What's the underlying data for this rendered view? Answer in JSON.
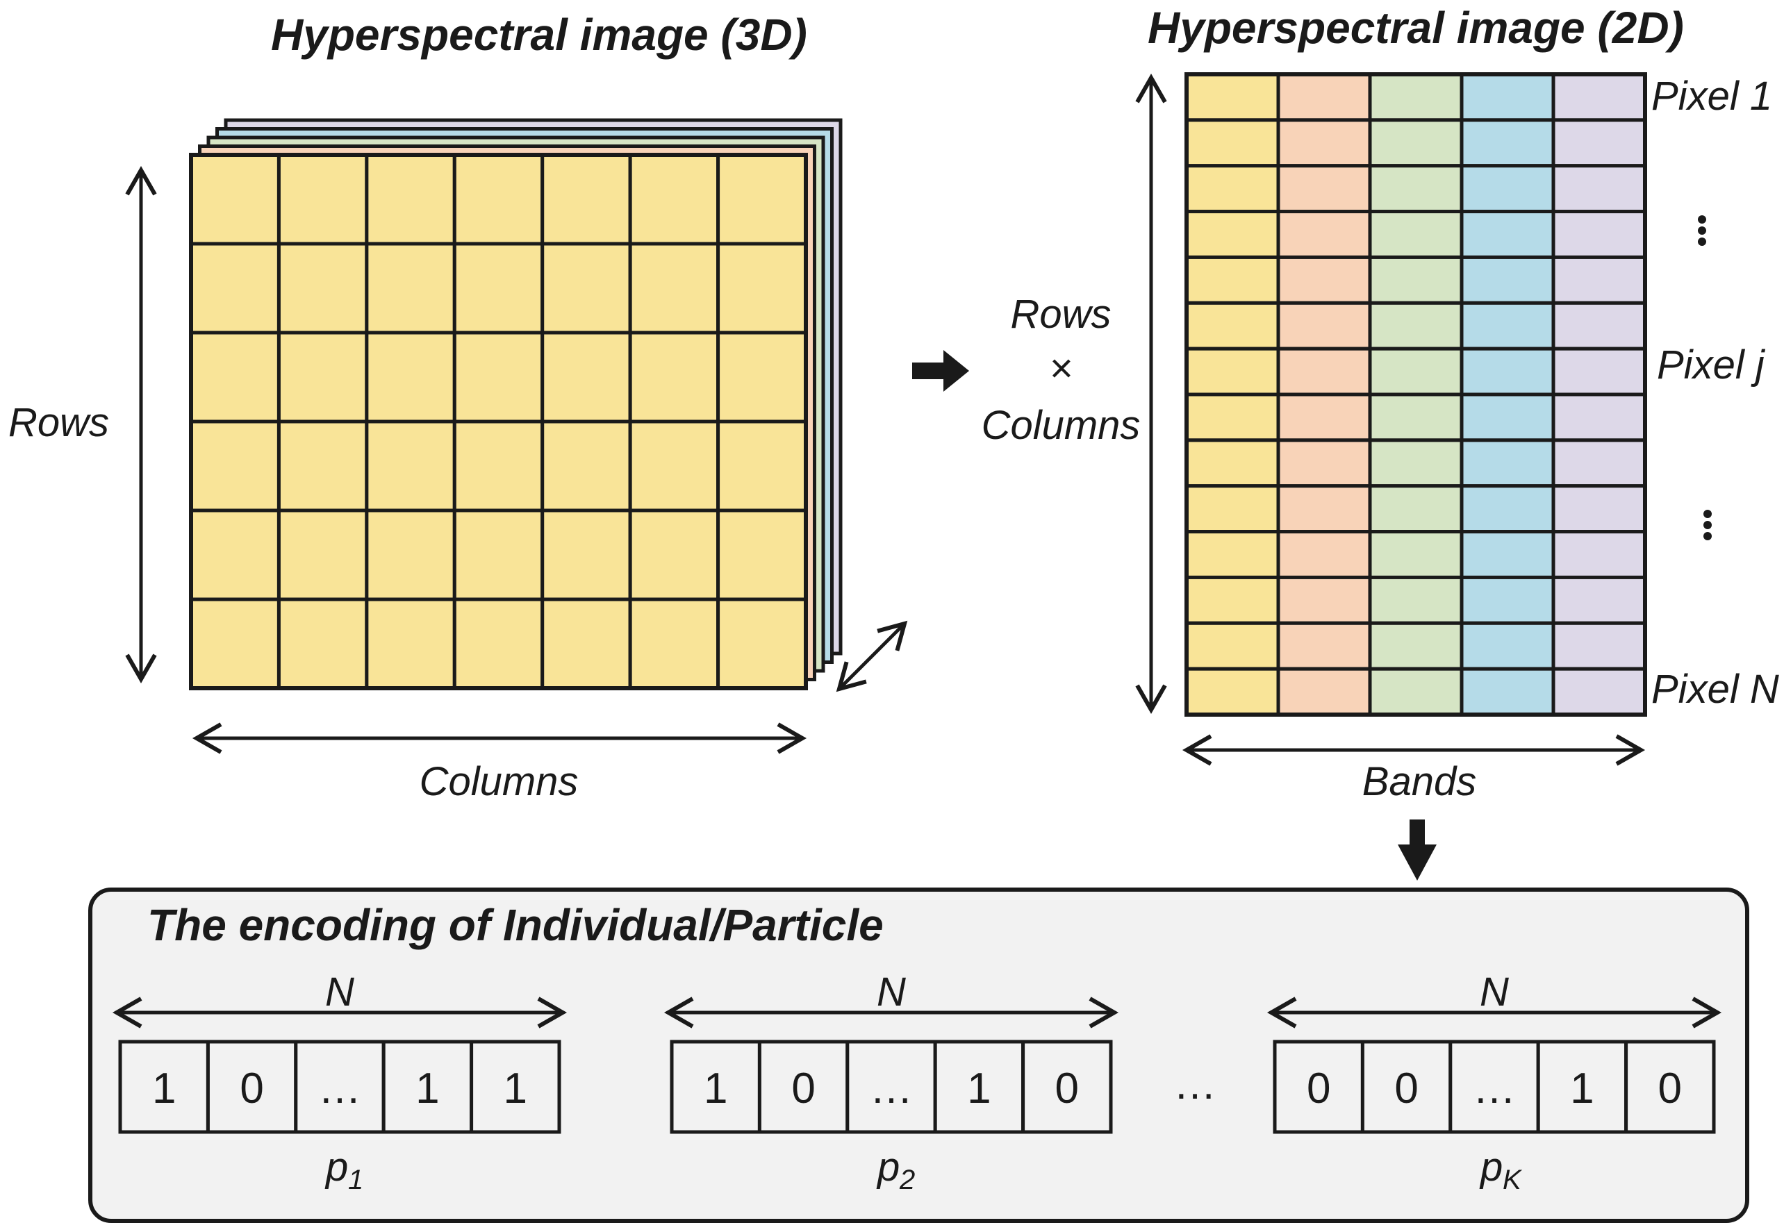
{
  "colors": {
    "yellow": "#f9e498",
    "peach": "#f8d3b8",
    "green": "#d6e5c5",
    "blue": "#b5dbe8",
    "lavender": "#ddd8e8",
    "outline": "#1a1a1a",
    "panel_bg": "#f2f2f2"
  },
  "image3d": {
    "title": "Hyperspectral image (3D)",
    "rows_label": "Rows",
    "columns_label": "Columns",
    "grid_rows": 6,
    "grid_cols": 7,
    "layer_colors": [
      "lavender",
      "blue",
      "green",
      "peach",
      "yellow"
    ]
  },
  "reshape": {
    "rows_label": "Rows",
    "times_symbol": "×",
    "columns_label": "Columns"
  },
  "image2d": {
    "title": "Hyperspectral image (2D)",
    "bands_label": "Bands",
    "pixel_rows": 14,
    "band_colors": [
      "yellow",
      "peach",
      "green",
      "blue",
      "lavender"
    ],
    "pixel_labels": {
      "first": "Pixel 1",
      "middle": "Pixel j",
      "last": "Pixel N"
    }
  },
  "encoding": {
    "title": "The encoding of Individual/Particle",
    "gap_ellipsis": "…",
    "particles": [
      {
        "length_label": "N",
        "bits": [
          "1",
          "0",
          "…",
          "1",
          "1"
        ],
        "name": "p",
        "subscript": "1"
      },
      {
        "length_label": "N",
        "bits": [
          "1",
          "0",
          "…",
          "1",
          "0"
        ],
        "name": "p",
        "subscript": "2"
      },
      {
        "length_label": "N",
        "bits": [
          "0",
          "0",
          "…",
          "1",
          "0"
        ],
        "name": "p",
        "subscript": "K"
      }
    ]
  }
}
